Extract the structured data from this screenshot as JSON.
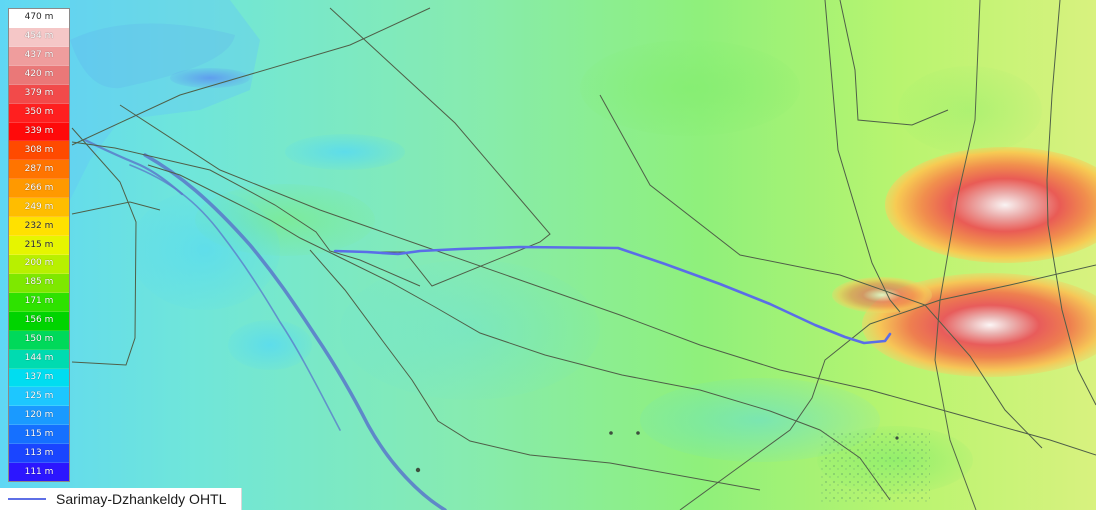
{
  "legend": {
    "rows": [
      {
        "label": "470 m",
        "color": "#ffffff"
      },
      {
        "label": "454 m",
        "color": "#f5c7c7"
      },
      {
        "label": "437 m",
        "color": "#ef9d9d"
      },
      {
        "label": "420 m",
        "color": "#ea7878"
      },
      {
        "label": "379 m",
        "color": "#f24a4a"
      },
      {
        "label": "350 m",
        "color": "#ff1f1f"
      },
      {
        "label": "339 m",
        "color": "#ff0a0a"
      },
      {
        "label": "308 m",
        "color": "#ff4a00"
      },
      {
        "label": "287 m",
        "color": "#ff7400"
      },
      {
        "label": "266 m",
        "color": "#ff9900"
      },
      {
        "label": "249 m",
        "color": "#ffbd00"
      },
      {
        "label": "232 m",
        "color": "#ffe100"
      },
      {
        "label": "215 m",
        "color": "#e6f500"
      },
      {
        "label": "200 m",
        "color": "#b8f000"
      },
      {
        "label": "185 m",
        "color": "#7ee800"
      },
      {
        "label": "171 m",
        "color": "#2ee200"
      },
      {
        "label": "156 m",
        "color": "#00d400"
      },
      {
        "label": "150 m",
        "color": "#00d95a"
      },
      {
        "label": "144 m",
        "color": "#00dbb0"
      },
      {
        "label": "137 m",
        "color": "#00ddf0"
      },
      {
        "label": "125 m",
        "color": "#1dc7ff"
      },
      {
        "label": "120 m",
        "color": "#1a9aff"
      },
      {
        "label": "115 m",
        "color": "#1570ff"
      },
      {
        "label": "113 m",
        "color": "#1a45ff"
      },
      {
        "label": "111 m",
        "color": "#2c16ff"
      }
    ]
  },
  "map_legend": {
    "line_label": "Sarimay-Dzhankeldy OHTL",
    "line_color": "#5e6fe6"
  },
  "map": {
    "route_color": "#5a6de8",
    "border_color": "#4f5f48",
    "river_color": "#5b7dca"
  }
}
